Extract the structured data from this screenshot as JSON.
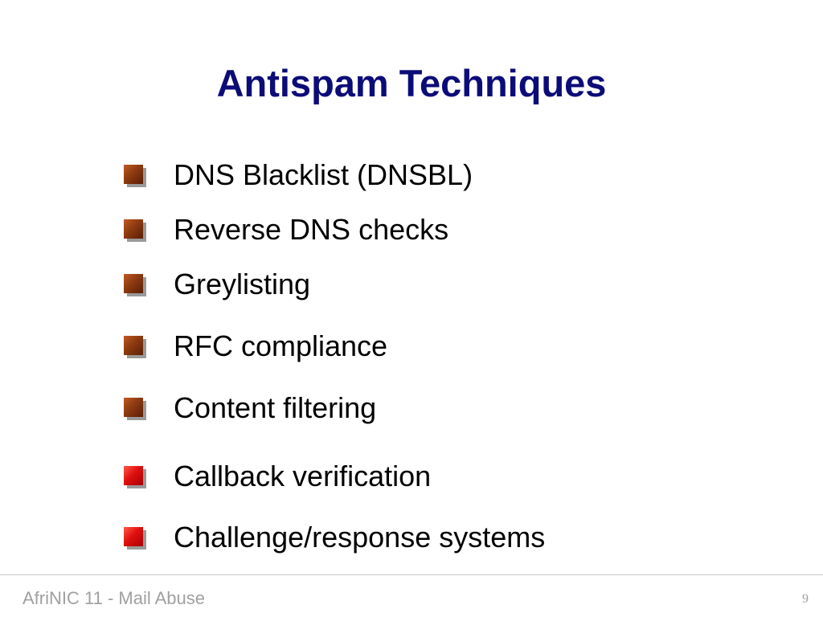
{
  "slide": {
    "title": "Antispam Techniques",
    "bullets": [
      {
        "text": "DNS Blacklist (DNSBL)",
        "marker": "brown-square-bullet"
      },
      {
        "text": "Reverse DNS checks",
        "marker": "brown-square-bullet"
      },
      {
        "text": "Greylisting",
        "marker": "brown-square-bullet"
      },
      {
        "text": "RFC compliance",
        "marker": "brown-square-bullet"
      },
      {
        "text": "Content filtering",
        "marker": "brown-square-bullet"
      },
      {
        "text": "Callback verification",
        "marker": "red-square-bullet"
      },
      {
        "text": "Challenge/response systems",
        "marker": "red-square-bullet"
      }
    ],
    "colors": {
      "title": "#0c0c78",
      "bullet_brown": "#8c3a10",
      "bullet_red": "#e01010",
      "footer_text": "#a0a0a0"
    }
  },
  "footer": {
    "left_text": "AfriNIC 11 - Mail Abuse",
    "page_number": "9"
  }
}
